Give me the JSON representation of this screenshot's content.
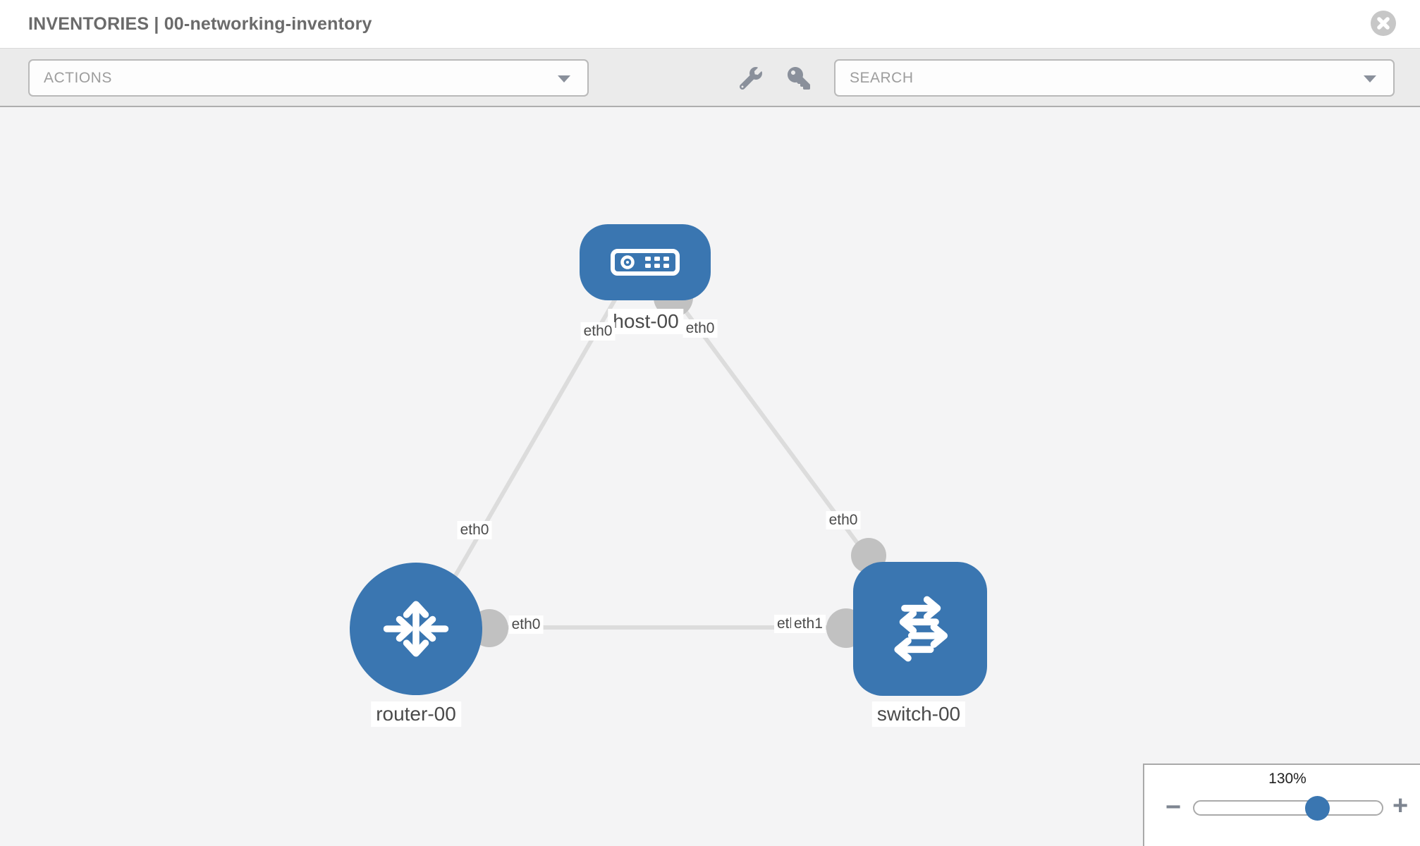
{
  "header": {
    "title": "INVENTORIES | 00-networking-inventory"
  },
  "toolbar": {
    "actions_label": "ACTIONS",
    "search_label": "SEARCH",
    "icons": [
      "wrench-icon",
      "key-icon"
    ]
  },
  "canvas": {
    "nodes": [
      {
        "id": "host-00",
        "label": "host-00",
        "type": "host",
        "icon": "host-icon"
      },
      {
        "id": "router-00",
        "label": "router-00",
        "type": "router",
        "icon": "router-icon"
      },
      {
        "id": "switch-00",
        "label": "switch-00",
        "type": "switch",
        "icon": "switch-icon"
      }
    ],
    "links": [
      {
        "from": "host-00",
        "to": "router-00",
        "from_interface": "eth0",
        "to_interface": "eth0"
      },
      {
        "from": "host-00",
        "to": "switch-00",
        "from_interface": "eth0",
        "to_interface": "eth0"
      },
      {
        "from": "router-00",
        "to": "switch-00",
        "from_interface": "eth0",
        "to_interface": "eth1"
      }
    ],
    "interface_labels": [
      {
        "text": "eth0",
        "near": "host-00 toward router-00"
      },
      {
        "text": "eth0",
        "near": "host-00 toward switch-00"
      },
      {
        "text": "eth0",
        "near": "router-00 toward host-00"
      },
      {
        "text": "eth0",
        "near": "switch-00 toward host-00"
      },
      {
        "text": "eth0",
        "near": "router-00 toward switch-00"
      },
      {
        "text": "eth0",
        "near": "switch-00 toward router-00 (partially covered)"
      },
      {
        "text": "eth1",
        "near": "switch-00 toward router-00"
      }
    ]
  },
  "zoom": {
    "level": "130%",
    "minus_icon": "−",
    "plus_icon": "+"
  },
  "colors": {
    "node_blue": "#3a76b1",
    "link_gray": "#dcdcdc",
    "connector_gray": "#c1c1c1",
    "toolbar_bg": "#ebebeb",
    "canvas_bg": "#f4f4f5"
  }
}
